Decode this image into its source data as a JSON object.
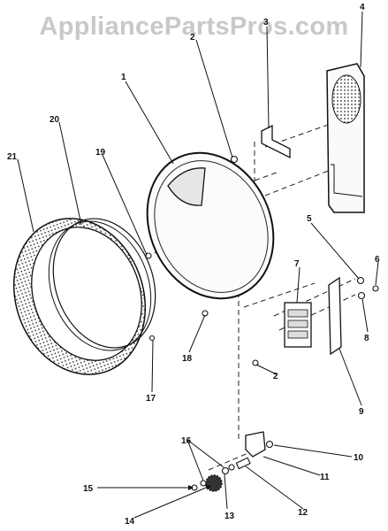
{
  "watermark": "AppliancePartsPros.com",
  "callouts": {
    "n1": "1",
    "n2a": "2",
    "n2b": "2",
    "n3": "3",
    "n4": "4",
    "n5": "5",
    "n6": "6",
    "n7": "7",
    "n8": "8",
    "n9": "9",
    "n10": "10",
    "n11": "11",
    "n12": "12",
    "n13": "13",
    "n14": "14",
    "n15": "15",
    "n16": "16",
    "n17": "17",
    "n18": "18",
    "n19": "19",
    "n20": "20",
    "n21": "21"
  }
}
